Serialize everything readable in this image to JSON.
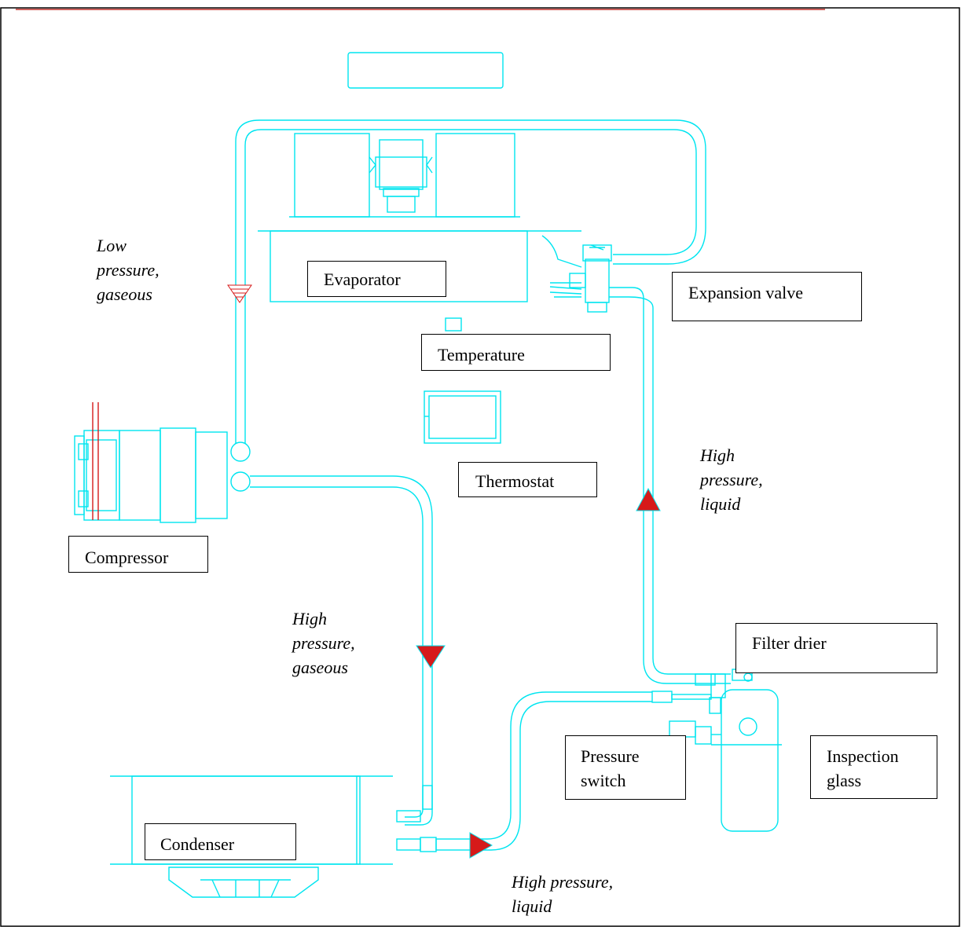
{
  "components": {
    "evaporator": "Evaporator",
    "expansion_valve": "Expansion valve",
    "temperature": "Temperature",
    "thermostat": "Thermostat",
    "compressor": "Compressor",
    "filter_drier": "Filter drier",
    "pressure_switch": "Pressure\nswitch",
    "inspection_glass": "Inspection\nglass",
    "condenser": "Condenser"
  },
  "annotations": {
    "low_pressure_gaseous": "Low\npressure,\ngaseous",
    "high_pressure_gaseous": "High\npressure,\ngaseous",
    "high_pressure_liquid_right": "High\npressure,\nliquid",
    "high_pressure_liquid_bottom": "High pressure,\nliquid"
  },
  "colors": {
    "line": "#00e5f0",
    "arrow": "#d61a1a",
    "accent_top": "#c0302a"
  }
}
